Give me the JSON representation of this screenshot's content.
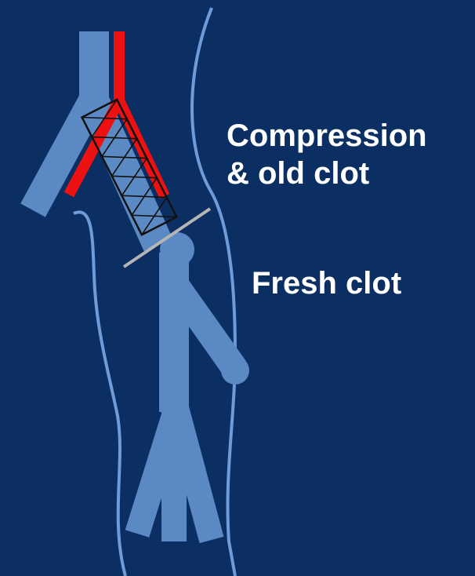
{
  "labels": {
    "compression_line1": "Compression",
    "compression_line2": "& old clot",
    "fresh_clot": "Fresh clot"
  },
  "colors": {
    "background": "#0b2f62",
    "vein": "#5b89c4",
    "outline": "#6f9bd6",
    "artery": "#ee1111",
    "stent": "#111111",
    "clot_marker": "#b5b5b5",
    "text": "#ffffff"
  }
}
